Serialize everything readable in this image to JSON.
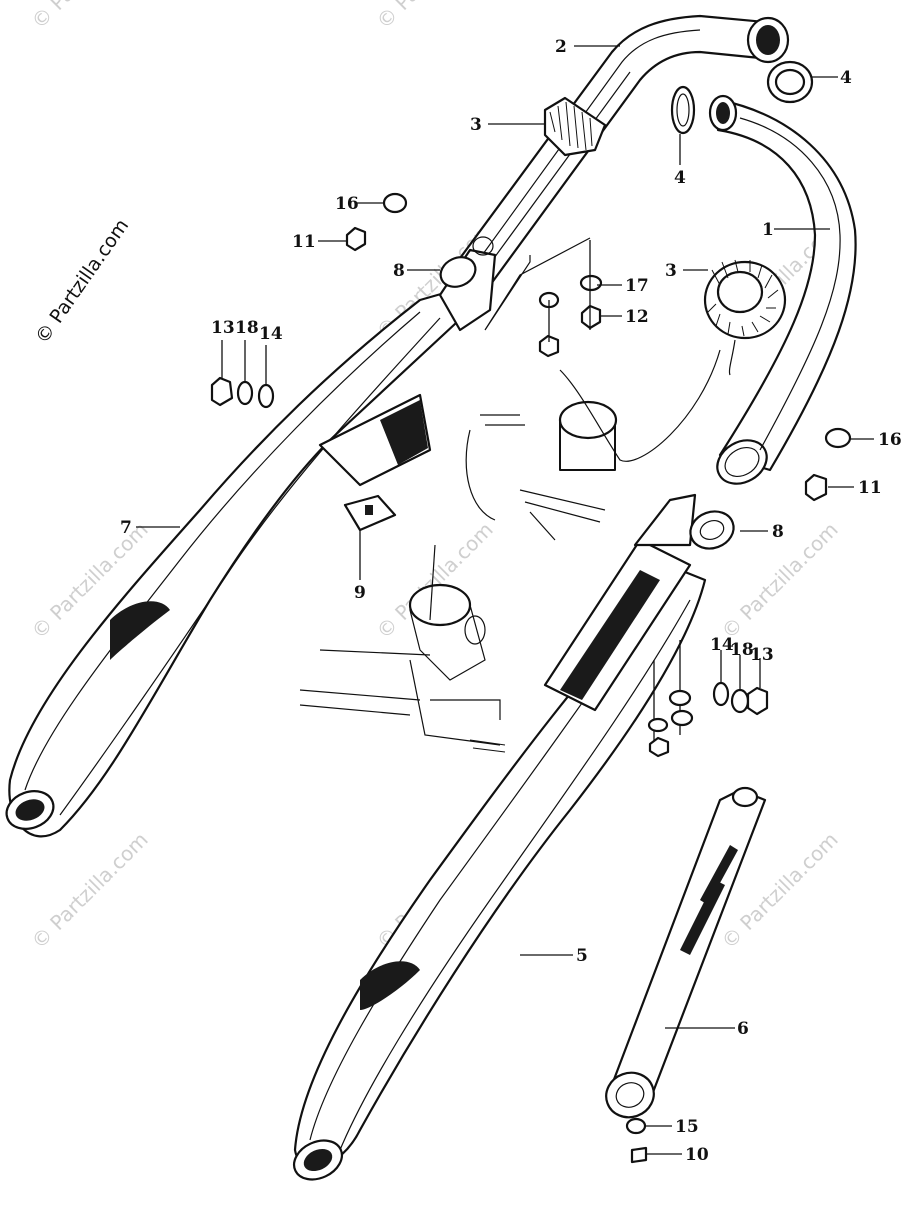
{
  "watermark": {
    "text": "© Partzilla.com"
  },
  "parts": [
    {
      "id": "callout-1",
      "label": "1"
    },
    {
      "id": "callout-2",
      "label": "2"
    },
    {
      "id": "callout-3a",
      "label": "3"
    },
    {
      "id": "callout-3b",
      "label": "3"
    },
    {
      "id": "callout-4a",
      "label": "4"
    },
    {
      "id": "callout-4b",
      "label": "4"
    },
    {
      "id": "callout-5",
      "label": "5"
    },
    {
      "id": "callout-6",
      "label": "6"
    },
    {
      "id": "callout-7",
      "label": "7"
    },
    {
      "id": "callout-8a",
      "label": "8"
    },
    {
      "id": "callout-8b",
      "label": "8"
    },
    {
      "id": "callout-9",
      "label": "9"
    },
    {
      "id": "callout-10",
      "label": "10"
    },
    {
      "id": "callout-11a",
      "label": "11"
    },
    {
      "id": "callout-11b",
      "label": "11"
    },
    {
      "id": "callout-12",
      "label": "12"
    },
    {
      "id": "callout-13a",
      "label": "13"
    },
    {
      "id": "callout-13b",
      "label": "13"
    },
    {
      "id": "callout-14a",
      "label": "14"
    },
    {
      "id": "callout-14b",
      "label": "14"
    },
    {
      "id": "callout-15",
      "label": "15"
    },
    {
      "id": "callout-16a",
      "label": "16"
    },
    {
      "id": "callout-16b",
      "label": "16"
    },
    {
      "id": "callout-17",
      "label": "17"
    },
    {
      "id": "callout-18a",
      "label": "18"
    },
    {
      "id": "callout-18b",
      "label": "18"
    }
  ]
}
